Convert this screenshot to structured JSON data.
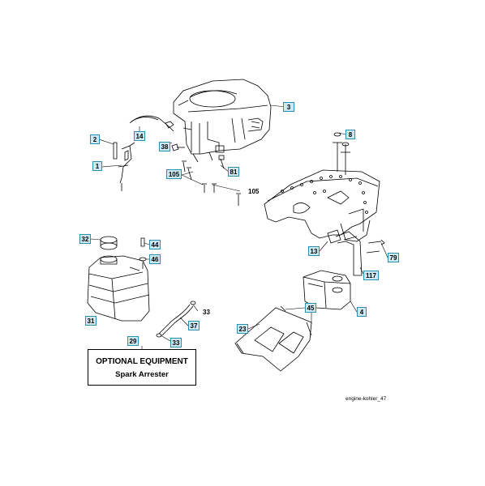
{
  "callouts": [
    "3",
    "14",
    "2",
    "38",
    "1",
    "81",
    "105",
    "105",
    "8",
    "32",
    "44",
    "46",
    "13",
    "79",
    "117",
    "31",
    "4",
    "33",
    "37",
    "45",
    "23",
    "29",
    "33"
  ],
  "optional_box": {
    "title": "OPTIONAL EQUIPMENT",
    "subtitle": "Spark Arrester"
  },
  "figure_id": "engine-kohler_47",
  "colors": {
    "callout_fill": "#cdeaf3",
    "callout_border": "#2a8fb0",
    "line": "#000000"
  }
}
